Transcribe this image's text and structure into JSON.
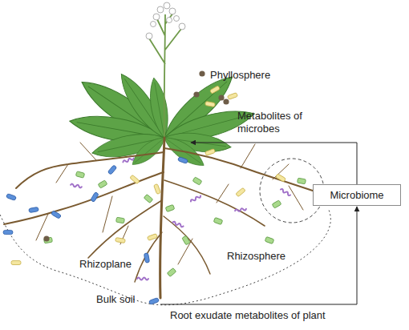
{
  "diagram": {
    "nodes": [
      {
        "text": [
          "Microbiome"
        ]
      }
    ],
    "labels": [
      "Phyllosphere",
      "Metabolites of microbes",
      "Rhizosphere",
      "Rhizoplane",
      "Bulk soil",
      "Root exudate metabolites of plant"
    ]
  }
}
